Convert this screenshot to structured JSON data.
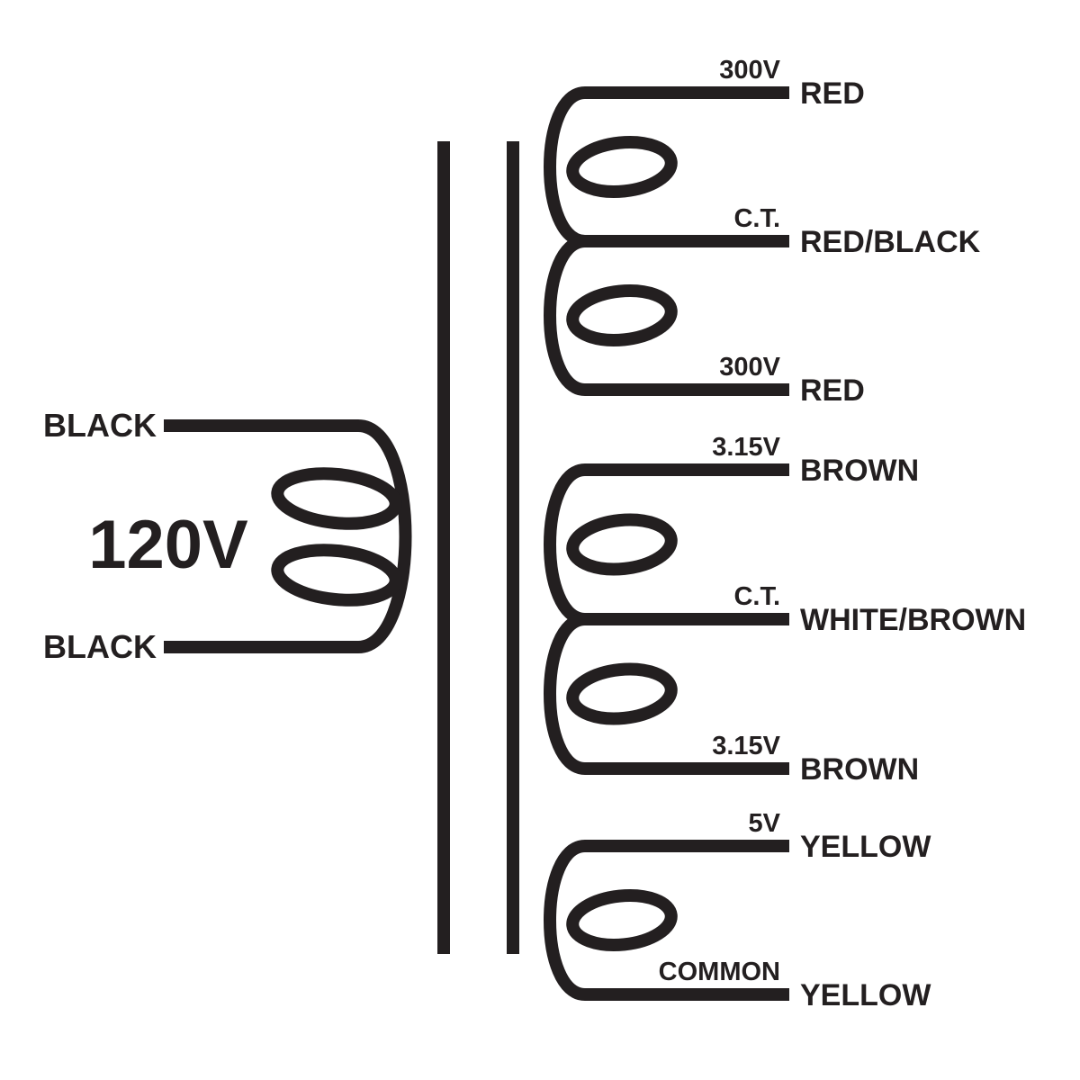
{
  "colors": {
    "ink": "#231f20",
    "background": "#ffffff"
  },
  "primary": {
    "voltage_label": "120V",
    "leads": [
      {
        "wire": "BLACK"
      },
      {
        "wire": "BLACK"
      }
    ]
  },
  "secondaries": [
    {
      "taps": [
        {
          "tap": "300V",
          "wire": "RED"
        },
        {
          "tap": "C.T.",
          "wire": "RED/BLACK"
        },
        {
          "tap": "300V",
          "wire": "RED"
        }
      ]
    },
    {
      "taps": [
        {
          "tap": "3.15V",
          "wire": "BROWN"
        },
        {
          "tap": "C.T.",
          "wire": "WHITE/BROWN"
        },
        {
          "tap": "3.15V",
          "wire": "BROWN"
        }
      ]
    },
    {
      "taps": [
        {
          "tap": "5V",
          "wire": "YELLOW"
        },
        {
          "tap": "COMMON",
          "wire": "YELLOW"
        }
      ]
    }
  ]
}
